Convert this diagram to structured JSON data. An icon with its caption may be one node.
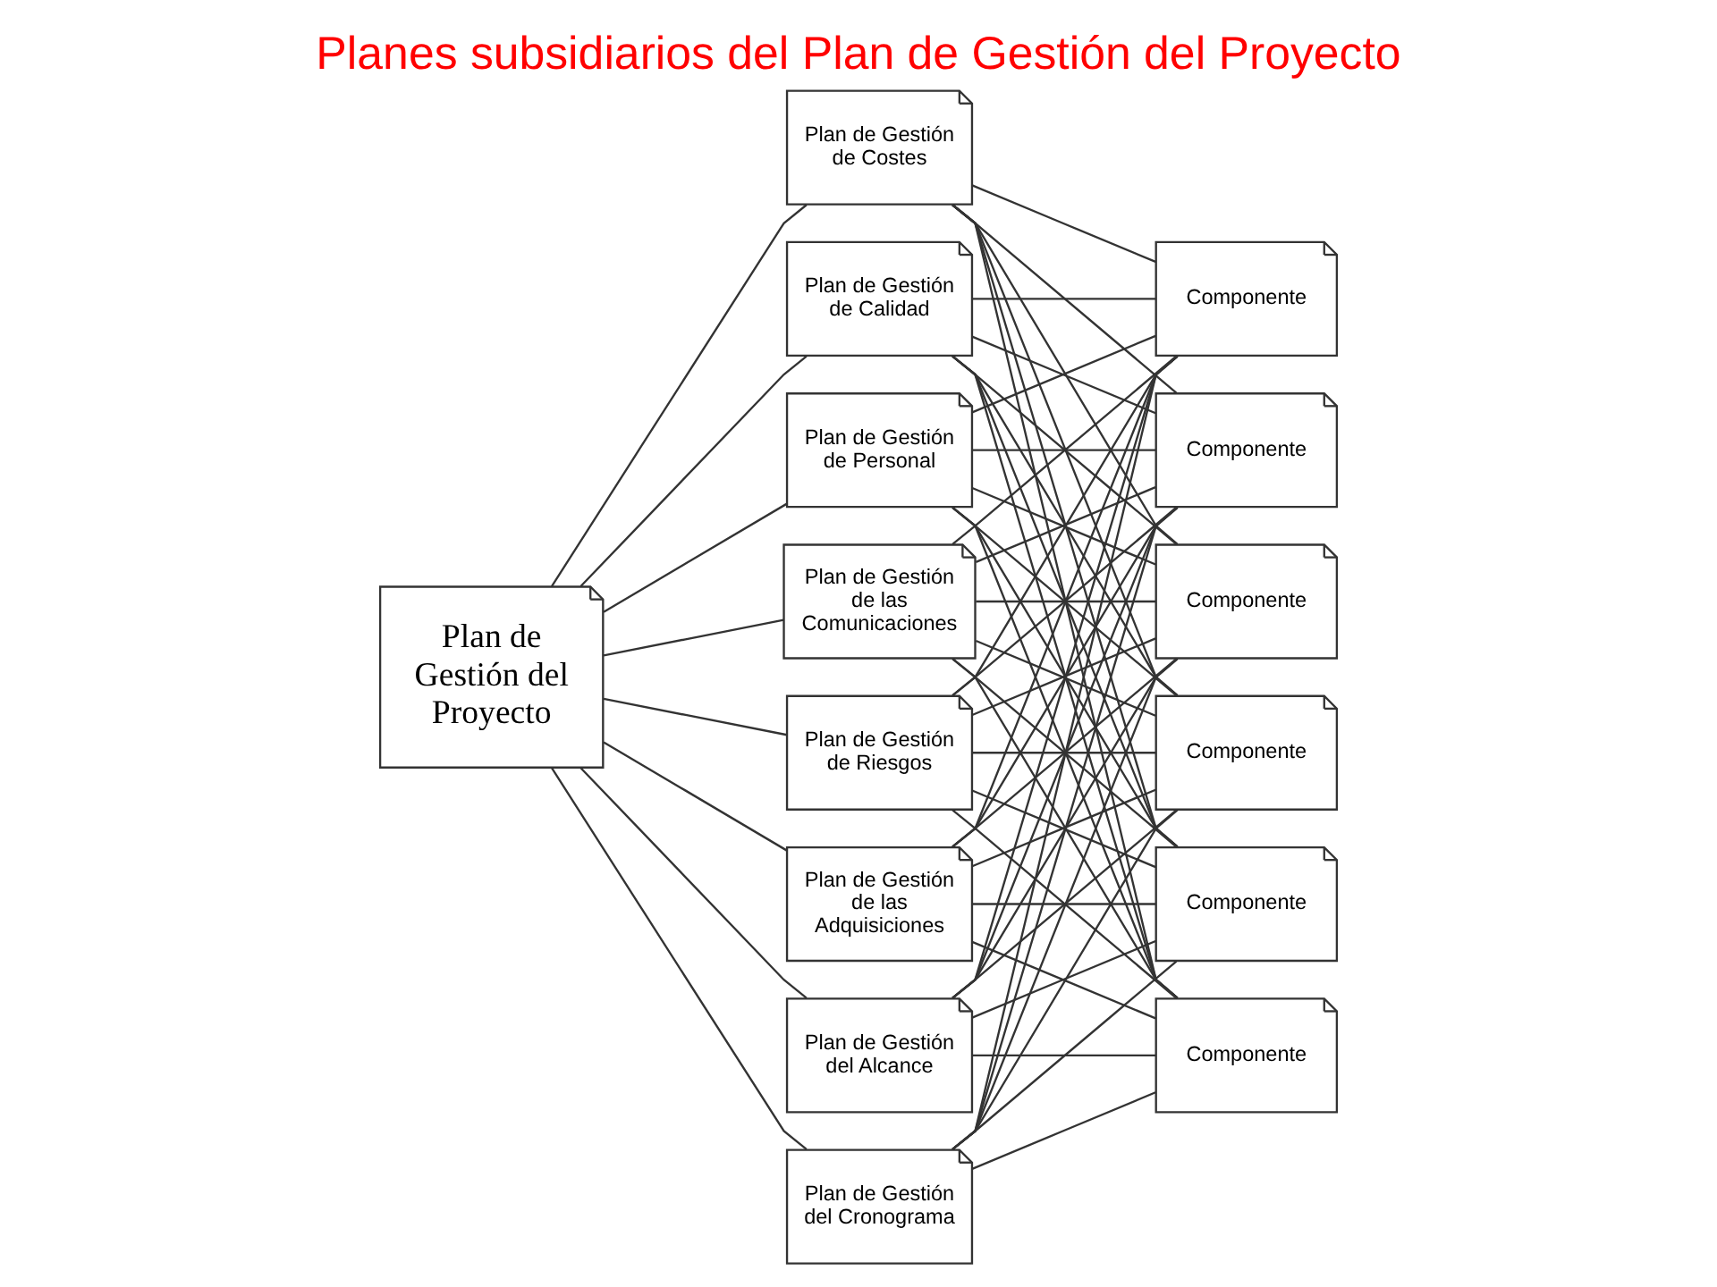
{
  "diagram": {
    "title": "Planes subsidiarios del Plan de Gestión del Proyecto",
    "nodes": [
      {
        "text": [
          "Plan de Gestión del Proyecto"
        ]
      },
      {
        "text": [
          "Plan de Gestión del Alcance"
        ]
      },
      {
        "text": [
          "Plan de Gestión del Cronograma"
        ]
      },
      {
        "text": [
          "Plan de Gestión de Costes"
        ]
      },
      {
        "text": [
          "Plan de Gestión de Calidad"
        ]
      },
      {
        "text": [
          "Plan de Gestión de Personal"
        ]
      },
      {
        "text": [
          "Plan de Gestión de las Comunicaciones"
        ]
      },
      {
        "text": [
          "Plan de Gestión de Riesgos"
        ]
      },
      {
        "text": [
          "Plan de Gestión de las Adquisiciones"
        ]
      },
      {
        "text": [
          "Componente"
        ]
      },
      {
        "text": [
          "Componente"
        ]
      },
      {
        "text": [
          "Componente"
        ]
      },
      {
        "text": [
          "Componente"
        ]
      },
      {
        "text": [
          "Componente"
        ]
      },
      {
        "text": [
          "Componente"
        ]
      }
    ],
    "edges": [
      {
        "from": 0,
        "to": 1,
        "arrow": "none"
      },
      {
        "from": 0,
        "to": 2,
        "arrow": "none"
      },
      {
        "from": 0,
        "to": 3,
        "arrow": "none"
      },
      {
        "from": 0,
        "to": 4,
        "arrow": "none"
      },
      {
        "from": 0,
        "to": 5,
        "arrow": "none"
      },
      {
        "from": 0,
        "to": 6,
        "arrow": "none"
      },
      {
        "from": 0,
        "to": 7,
        "arrow": "none"
      },
      {
        "from": 0,
        "to": 8,
        "arrow": "none"
      },
      {
        "from": 1,
        "to": 9,
        "arrow": "none"
      },
      {
        "from": 1,
        "to": 10,
        "arrow": "none"
      },
      {
        "from": 1,
        "to": 11,
        "arrow": "none"
      },
      {
        "from": 1,
        "to": 12,
        "arrow": "none"
      },
      {
        "from": 1,
        "to": 13,
        "arrow": "none"
      },
      {
        "from": 1,
        "to": 14,
        "arrow": "none"
      },
      {
        "from": 2,
        "to": 9,
        "arrow": "none"
      },
      {
        "from": 2,
        "to": 10,
        "arrow": "none"
      },
      {
        "from": 2,
        "to": 11,
        "arrow": "none"
      },
      {
        "from": 2,
        "to": 12,
        "arrow": "none"
      },
      {
        "from": 2,
        "to": 13,
        "arrow": "none"
      },
      {
        "from": 2,
        "to": 14,
        "arrow": "none"
      },
      {
        "from": 3,
        "to": 9,
        "arrow": "none"
      },
      {
        "from": 3,
        "to": 10,
        "arrow": "none"
      },
      {
        "from": 3,
        "to": 11,
        "arrow": "none"
      },
      {
        "from": 3,
        "to": 12,
        "arrow": "none"
      },
      {
        "from": 3,
        "to": 13,
        "arrow": "none"
      },
      {
        "from": 3,
        "to": 14,
        "arrow": "none"
      },
      {
        "from": 4,
        "to": 9,
        "arrow": "none"
      },
      {
        "from": 4,
        "to": 10,
        "arrow": "none"
      },
      {
        "from": 4,
        "to": 11,
        "arrow": "none"
      },
      {
        "from": 4,
        "to": 12,
        "arrow": "none"
      },
      {
        "from": 4,
        "to": 13,
        "arrow": "none"
      },
      {
        "from": 4,
        "to": 14,
        "arrow": "none"
      },
      {
        "from": 5,
        "to": 9,
        "arrow": "none"
      },
      {
        "from": 5,
        "to": 10,
        "arrow": "none"
      },
      {
        "from": 5,
        "to": 11,
        "arrow": "none"
      },
      {
        "from": 5,
        "to": 12,
        "arrow": "none"
      },
      {
        "from": 5,
        "to": 13,
        "arrow": "none"
      },
      {
        "from": 5,
        "to": 14,
        "arrow": "none"
      },
      {
        "from": 6,
        "to": 9,
        "arrow": "none"
      },
      {
        "from": 6,
        "to": 10,
        "arrow": "none"
      },
      {
        "from": 6,
        "to": 11,
        "arrow": "none"
      },
      {
        "from": 6,
        "to": 12,
        "arrow": "none"
      },
      {
        "from": 6,
        "to": 13,
        "arrow": "none"
      },
      {
        "from": 6,
        "to": 14,
        "arrow": "none"
      },
      {
        "from": 7,
        "to": 9,
        "arrow": "none"
      },
      {
        "from": 7,
        "to": 10,
        "arrow": "none"
      },
      {
        "from": 7,
        "to": 11,
        "arrow": "none"
      },
      {
        "from": 7,
        "to": 12,
        "arrow": "none"
      },
      {
        "from": 7,
        "to": 13,
        "arrow": "none"
      },
      {
        "from": 7,
        "to": 14,
        "arrow": "none"
      },
      {
        "from": 8,
        "to": 9,
        "arrow": "none"
      },
      {
        "from": 8,
        "to": 10,
        "arrow": "none"
      },
      {
        "from": 8,
        "to": 11,
        "arrow": "none"
      },
      {
        "from": 8,
        "to": 12,
        "arrow": "none"
      },
      {
        "from": 8,
        "to": 13,
        "arrow": "none"
      },
      {
        "from": 8,
        "to": 14,
        "arrow": "none"
      }
    ]
  }
}
